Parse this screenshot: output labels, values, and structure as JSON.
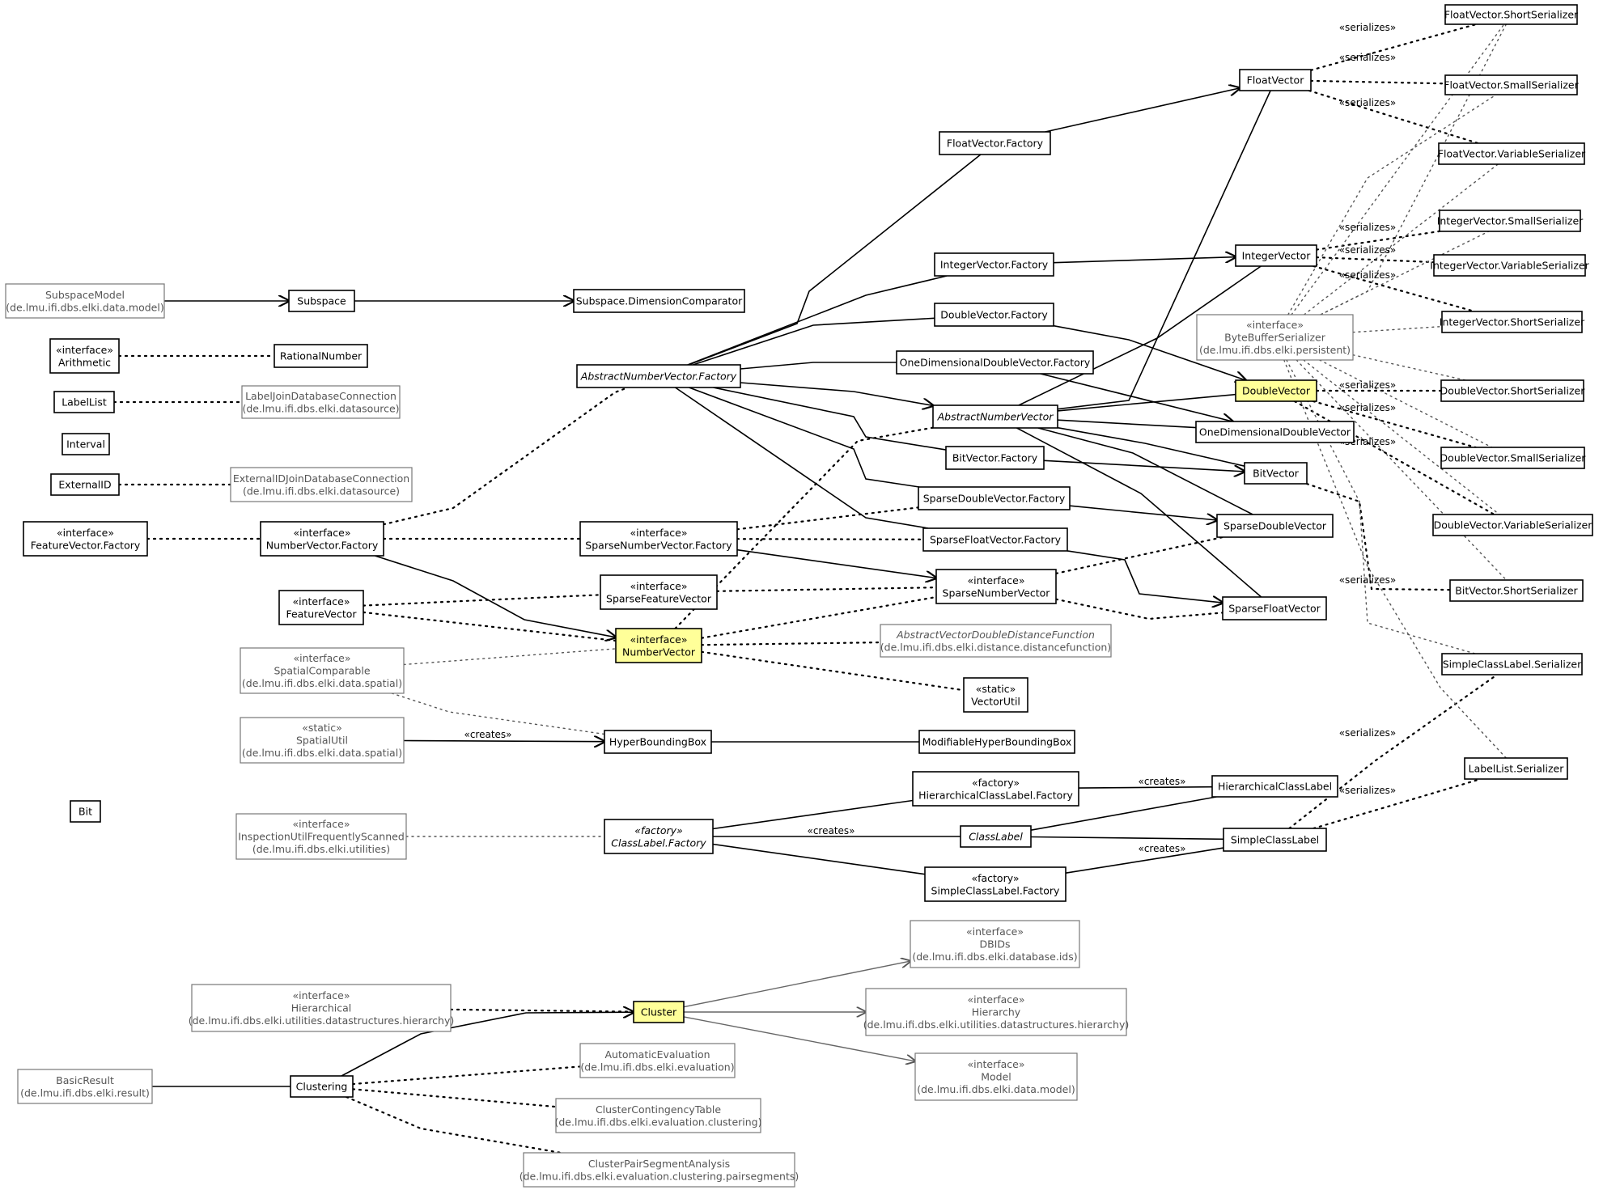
{
  "colors": {
    "highlight": "#ffff99",
    "external_text": "#555555",
    "external_border": "#777777"
  },
  "edge_labels": {
    "serializes": "«serializes»",
    "creates": "«creates»"
  },
  "nodes": [
    {
      "id": "FloatVector_ShortSerializer",
      "lines": [
        "FloatVector.ShortSerializer"
      ]
    },
    {
      "id": "FloatVector",
      "lines": [
        "FloatVector"
      ]
    },
    {
      "id": "FloatVector_SmallSerializer",
      "lines": [
        "FloatVector.SmallSerializer"
      ]
    },
    {
      "id": "FloatVector_Factory",
      "lines": [
        "FloatVector.Factory"
      ]
    },
    {
      "id": "FloatVector_VariableSerializer",
      "lines": [
        "FloatVector.VariableSerializer"
      ]
    },
    {
      "id": "IntegerVector_SmallSerializer",
      "lines": [
        "IntegerVector.SmallSerializer"
      ]
    },
    {
      "id": "IntegerVector",
      "lines": [
        "IntegerVector"
      ]
    },
    {
      "id": "IntegerVector_Factory",
      "lines": [
        "IntegerVector.Factory"
      ]
    },
    {
      "id": "IntegerVector_VariableSerializer",
      "lines": [
        "IntegerVector.VariableSerializer"
      ]
    },
    {
      "id": "SubspaceModel",
      "lines": [
        "SubspaceModel",
        "(de.lmu.ifi.dbs.elki.data.model)"
      ],
      "external": true
    },
    {
      "id": "Subspace",
      "lines": [
        "Subspace"
      ]
    },
    {
      "id": "Subspace_DimensionComparator",
      "lines": [
        "Subspace.DimensionComparator"
      ]
    },
    {
      "id": "ByteBufferSerializer",
      "lines": [
        "«interface»",
        "ByteBufferSerializer",
        "(de.lmu.ifi.dbs.elki.persistent)"
      ],
      "external": true
    },
    {
      "id": "DoubleVector_Factory",
      "lines": [
        "DoubleVector.Factory"
      ]
    },
    {
      "id": "IntegerVector_ShortSerializer",
      "lines": [
        "IntegerVector.ShortSerializer"
      ]
    },
    {
      "id": "Arithmetic",
      "lines": [
        "«interface»",
        "Arithmetic"
      ]
    },
    {
      "id": "RationalNumber",
      "lines": [
        "RationalNumber"
      ]
    },
    {
      "id": "OneDimensionalDoubleVector_Factory",
      "lines": [
        "OneDimensionalDoubleVector.Factory"
      ]
    },
    {
      "id": "AbstractNumberVector_Factory",
      "lines": [
        "AbstractNumberVector.Factory"
      ],
      "italic": true
    },
    {
      "id": "DoubleVector",
      "lines": [
        "DoubleVector"
      ],
      "highlight": true
    },
    {
      "id": "DoubleVector_ShortSerializer",
      "lines": [
        "DoubleVector.ShortSerializer"
      ]
    },
    {
      "id": "LabelList",
      "lines": [
        "LabelList"
      ]
    },
    {
      "id": "LabelJoinDatabaseConnection",
      "lines": [
        "LabelJoinDatabaseConnection",
        "(de.lmu.ifi.dbs.elki.datasource)"
      ],
      "external": true
    },
    {
      "id": "AbstractNumberVector",
      "lines": [
        "AbstractNumberVector"
      ],
      "italic": true
    },
    {
      "id": "OneDimensionalDoubleVector",
      "lines": [
        "OneDimensionalDoubleVector"
      ]
    },
    {
      "id": "Interval",
      "lines": [
        "Interval"
      ]
    },
    {
      "id": "BitVector_Factory",
      "lines": [
        "BitVector.Factory"
      ]
    },
    {
      "id": "DoubleVector_SmallSerializer",
      "lines": [
        "DoubleVector.SmallSerializer"
      ]
    },
    {
      "id": "BitVector",
      "lines": [
        "BitVector"
      ]
    },
    {
      "id": "ExternalID",
      "lines": [
        "ExternalID"
      ]
    },
    {
      "id": "ExternalIDJoinDatabaseConnection",
      "lines": [
        "ExternalIDJoinDatabaseConnection",
        "(de.lmu.ifi.dbs.elki.datasource)"
      ],
      "external": true
    },
    {
      "id": "SparseDoubleVector_Factory",
      "lines": [
        "SparseDoubleVector.Factory"
      ]
    },
    {
      "id": "DoubleVector_VariableSerializer",
      "lines": [
        "DoubleVector.VariableSerializer"
      ]
    },
    {
      "id": "SparseDoubleVector",
      "lines": [
        "SparseDoubleVector"
      ]
    },
    {
      "id": "FeatureVector_Factory",
      "lines": [
        "«interface»",
        "FeatureVector.Factory"
      ]
    },
    {
      "id": "NumberVector_Factory",
      "lines": [
        "«interface»",
        "NumberVector.Factory"
      ]
    },
    {
      "id": "SparseNumberVector_Factory",
      "lines": [
        "«interface»",
        "SparseNumberVector.Factory"
      ]
    },
    {
      "id": "SparseFloatVector_Factory",
      "lines": [
        "SparseFloatVector.Factory"
      ]
    },
    {
      "id": "FeatureVector",
      "lines": [
        "«interface»",
        "FeatureVector"
      ]
    },
    {
      "id": "SparseFeatureVector",
      "lines": [
        "«interface»",
        "SparseFeatureVector"
      ]
    },
    {
      "id": "SparseNumberVector",
      "lines": [
        "«interface»",
        "SparseNumberVector"
      ]
    },
    {
      "id": "BitVector_ShortSerializer",
      "lines": [
        "BitVector.ShortSerializer"
      ]
    },
    {
      "id": "SparseFloatVector",
      "lines": [
        "SparseFloatVector"
      ]
    },
    {
      "id": "NumberVector",
      "lines": [
        "«interface»",
        "NumberVector"
      ],
      "highlight": true
    },
    {
      "id": "AbstractVectorDoubleDistanceFunction",
      "lines": [
        "AbstractVectorDoubleDistanceFunction",
        "(de.lmu.ifi.dbs.elki.distance.distancefunction)"
      ],
      "external": true,
      "italic": true
    },
    {
      "id": "SpatialComparable",
      "lines": [
        "«interface»",
        "SpatialComparable",
        "(de.lmu.ifi.dbs.elki.data.spatial)"
      ],
      "external": true
    },
    {
      "id": "SimpleClassLabel_Serializer",
      "lines": [
        "SimpleClassLabel.Serializer"
      ]
    },
    {
      "id": "VectorUtil",
      "lines": [
        "«static»",
        "VectorUtil"
      ]
    },
    {
      "id": "SpatialUtil",
      "lines": [
        "«static»",
        "SpatialUtil",
        "(de.lmu.ifi.dbs.elki.data.spatial)"
      ],
      "external": true
    },
    {
      "id": "HyperBoundingBox",
      "lines": [
        "HyperBoundingBox"
      ]
    },
    {
      "id": "ModifiableHyperBoundingBox",
      "lines": [
        "ModifiableHyperBoundingBox"
      ]
    },
    {
      "id": "LabelList_Serializer",
      "lines": [
        "LabelList.Serializer"
      ]
    },
    {
      "id": "HierarchicalClassLabel_Factory",
      "lines": [
        "«factory»",
        "HierarchicalClassLabel.Factory"
      ]
    },
    {
      "id": "HierarchicalClassLabel",
      "lines": [
        "HierarchicalClassLabel"
      ]
    },
    {
      "id": "Bit",
      "lines": [
        "Bit"
      ]
    },
    {
      "id": "InspectionUtilFrequentlyScanned",
      "lines": [
        "«interface»",
        "InspectionUtilFrequentlyScanned",
        "(de.lmu.ifi.dbs.elki.utilities)"
      ],
      "external": true
    },
    {
      "id": "ClassLabel_Factory",
      "lines": [
        "«factory»",
        "ClassLabel.Factory"
      ],
      "italic": true
    },
    {
      "id": "ClassLabel",
      "lines": [
        "ClassLabel"
      ],
      "italic": true
    },
    {
      "id": "SimpleClassLabel",
      "lines": [
        "SimpleClassLabel"
      ]
    },
    {
      "id": "SimpleClassLabel_Factory",
      "lines": [
        "«factory»",
        "SimpleClassLabel.Factory"
      ]
    },
    {
      "id": "DBIDs",
      "lines": [
        "«interface»",
        "DBIDs",
        "(de.lmu.ifi.dbs.elki.database.ids)"
      ],
      "external": true
    },
    {
      "id": "Hierarchical",
      "lines": [
        "«interface»",
        "Hierarchical",
        "(de.lmu.ifi.dbs.elki.utilities.datastructures.hierarchy)"
      ],
      "external": true
    },
    {
      "id": "Cluster",
      "lines": [
        "Cluster"
      ],
      "highlight": true
    },
    {
      "id": "Hierarchy",
      "lines": [
        "«interface»",
        "Hierarchy",
        "(de.lmu.ifi.dbs.elki.utilities.datastructures.hierarchy)"
      ],
      "external": true
    },
    {
      "id": "AutomaticEvaluation",
      "lines": [
        "AutomaticEvaluation",
        "(de.lmu.ifi.dbs.elki.evaluation)"
      ],
      "external": true
    },
    {
      "id": "BasicResult",
      "lines": [
        "BasicResult",
        "(de.lmu.ifi.dbs.elki.result)"
      ],
      "external": true
    },
    {
      "id": "Clustering",
      "lines": [
        "Clustering"
      ]
    },
    {
      "id": "Model",
      "lines": [
        "«interface»",
        "Model",
        "(de.lmu.ifi.dbs.elki.data.model)"
      ],
      "external": true
    },
    {
      "id": "ClusterContingencyTable",
      "lines": [
        "ClusterContingencyTable",
        "(de.lmu.ifi.dbs.elki.evaluation.clustering)"
      ],
      "external": true
    },
    {
      "id": "ClusterPairSegmentAnalysis",
      "lines": [
        "ClusterPairSegmentAnalysis",
        "(de.lmu.ifi.dbs.elki.evaluation.clustering.pairsegments)"
      ],
      "external": true
    }
  ]
}
